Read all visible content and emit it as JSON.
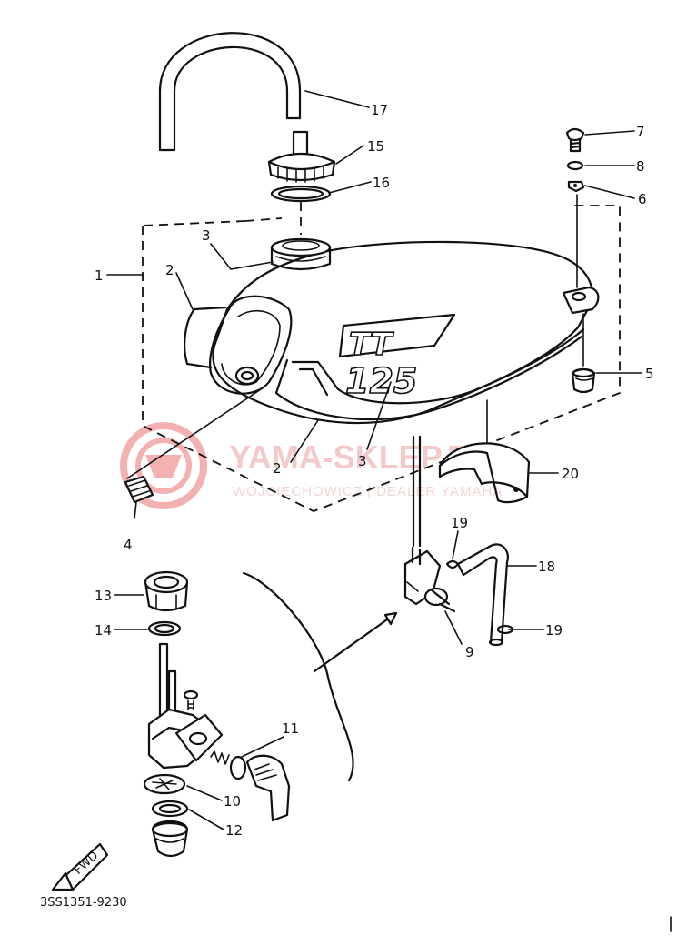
{
  "diagram": {
    "part_code": "3SS1351-9230",
    "tank_logo": {
      "top": "TT",
      "bottom": "125"
    },
    "fwd_badge": "FWD",
    "callouts": [
      "1",
      "2",
      "2",
      "3",
      "3",
      "4",
      "5",
      "6",
      "7",
      "8",
      "9",
      "10",
      "11",
      "12",
      "13",
      "14",
      "15",
      "16",
      "17",
      "18",
      "19",
      "19",
      "20"
    ]
  },
  "watermark": {
    "title": "YAMA-SKLEP.PL",
    "subtitle": "WOJCIECHOWICZ | DEALER YAMAHA",
    "color": "#e8a0a0"
  }
}
